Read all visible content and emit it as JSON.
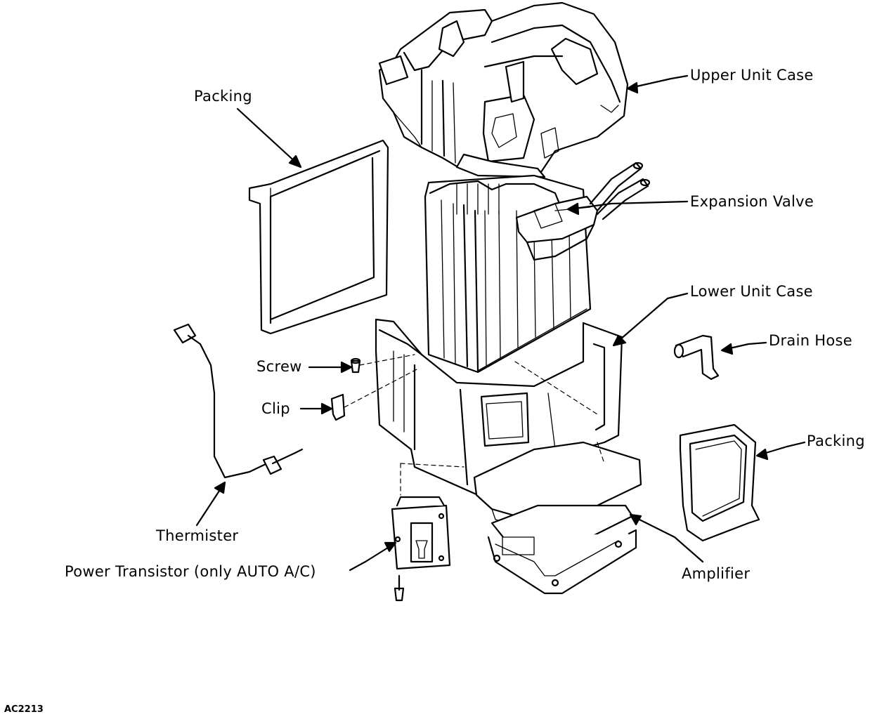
{
  "labels": {
    "upper_unit_case": "Upper Unit Case",
    "packing_left": "Packing",
    "expansion_valve": "Expansion Valve",
    "lower_unit_case": "Lower Unit Case",
    "drain_hose": "Drain Hose",
    "screw": "Screw",
    "clip": "Clip",
    "packing_right": "Packing",
    "thermister": "Thermister",
    "power_transistor": "Power Transistor (only AUTO A/C)",
    "amplifier": "Amplifier"
  },
  "figure_code": "AC2213"
}
